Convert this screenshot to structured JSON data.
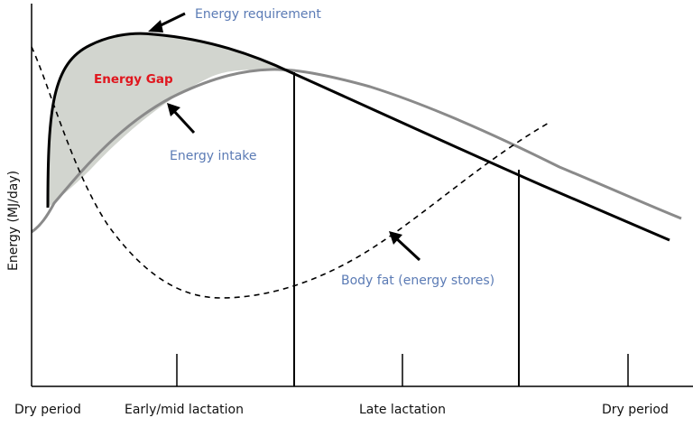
{
  "annotations": {
    "energy_requirement": "Energy requirement",
    "energy_gap": "Energy Gap",
    "energy_intake": "Energy intake",
    "body_fat": "Body fat (energy stores)"
  },
  "axis": {
    "y_title": "Energy (MJ/day)"
  },
  "periods": [
    {
      "label": "Dry period"
    },
    {
      "label": "Early/mid lactation"
    },
    {
      "label": "Late lactation"
    },
    {
      "label": "Dry period"
    }
  ],
  "colors": {
    "requirement_line": "#000000",
    "intake_line": "#8a8a8a",
    "gap_fill": "#d2d5cf",
    "annotation_blue": "#5b7bb5",
    "annotation_red": "#e0161e"
  }
}
